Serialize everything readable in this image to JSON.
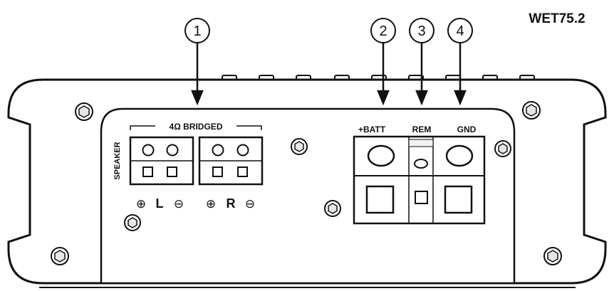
{
  "model": "WET75.2",
  "callouts": [
    "1",
    "2",
    "3",
    "4"
  ],
  "speaker": {
    "side_label": "SPEAKER",
    "bridged_label": "4Ω  BRIDGED",
    "left": {
      "plus": "⊕",
      "letter": "L",
      "minus": "⊖"
    },
    "right": {
      "plus": "⊕",
      "letter": "R",
      "minus": "⊖"
    }
  },
  "power": {
    "batt_label": "+BATT",
    "rem_label": "REM",
    "gnd_label": "GND"
  }
}
